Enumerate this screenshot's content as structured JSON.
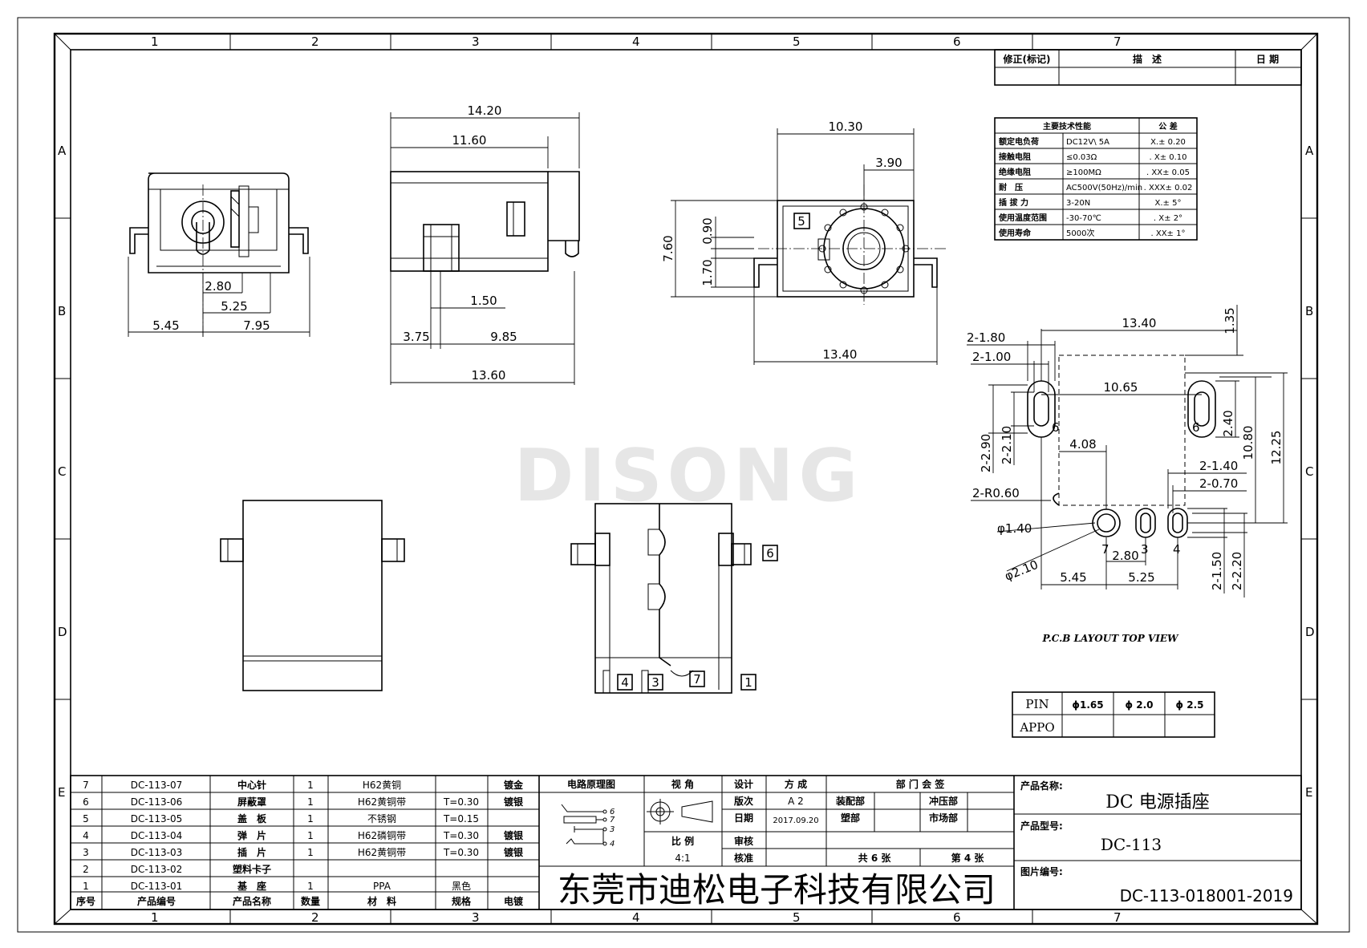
{
  "watermark": "DISONG",
  "zones": {
    "columns": [
      "1",
      "2",
      "3",
      "4",
      "5",
      "6",
      "7"
    ],
    "rows": [
      "A",
      "B",
      "C",
      "D",
      "E"
    ]
  },
  "revision_table": {
    "headers": [
      "修正(标记)",
      "描　述",
      "日 期"
    ]
  },
  "spec_table": {
    "header": [
      "主要技术性能",
      "公 差"
    ],
    "rows": [
      {
        "name": "额定电负荷",
        "value": "DC12V\\ 5A",
        "tol": "X.± 0.20"
      },
      {
        "name": "接触电阻",
        "value": "≤0.03Ω",
        "tol": ". X± 0.10"
      },
      {
        "name": "绝缘电阻",
        "value": "≥100MΩ",
        "tol": ". XX± 0.05"
      },
      {
        "name": "耐　压",
        "value": "AC500V(50Hz)/min",
        "tol": ". XXX± 0.02"
      },
      {
        "name": "插 拔 力",
        "value": "3-20N",
        "tol": "X.± 5°"
      },
      {
        "name": "使用温度范围",
        "value": "-30-70℃",
        "tol": ". X± 2°"
      },
      {
        "name": "使用寿命",
        "value": "5000次",
        "tol": ". XX± 1°"
      }
    ]
  },
  "dimensions": {
    "front": {
      "d1": "2.80",
      "d2": "5.25",
      "d3": "5.45",
      "d4": "7.95"
    },
    "side": {
      "d1": "14.20",
      "d2": "11.60",
      "d3": "1.50",
      "d4": "3.75",
      "d5": "9.85",
      "d6": "13.60"
    },
    "top": {
      "d1": "10.30",
      "d2": "3.90",
      "d3": "7.60",
      "d4": "0.90",
      "d5": "1.70",
      "d6": "13.40"
    },
    "pcb": {
      "d1": "13.40",
      "d2": "1.35",
      "d3": "2-1.80",
      "d4": "2-1.00",
      "d5": "10.65",
      "d6": "2.40",
      "d7": "10.80",
      "d8": "12.25",
      "d9": "2-2.90",
      "d10": "2-2.10",
      "d11": "4.08",
      "d12": "2-1.40",
      "d13": "2-0.70",
      "d14": "2-R0.60",
      "d15": "φ1.40",
      "d16": "φ2.10",
      "d17": "2.80",
      "d18": "5.45",
      "d19": "5.25",
      "d20": "2-1.50",
      "d21": "2-2.20"
    }
  },
  "callouts": {
    "top_view": "5",
    "bottom_view": {
      "shield": "6",
      "p4": "4",
      "p3": "3",
      "p7": "7",
      "p1": "1"
    },
    "pcb": {
      "left_slot": "6",
      "right_slot": "6",
      "h1": "7",
      "h2": "3",
      "h3": "4"
    }
  },
  "pcb_caption": "P.C.B LAYOUT TOP VIEW",
  "pin_table": {
    "headers": [
      "PIN",
      "ϕ1.65",
      "ϕ 2.0",
      "ϕ 2.5"
    ],
    "row_label": "APPO"
  },
  "bom": {
    "rows": [
      {
        "no": "7",
        "code": "DC-113-07",
        "name": "中心针",
        "qty": "1",
        "material": "H62黄铜",
        "spec": "",
        "plating": "镀金"
      },
      {
        "no": "6",
        "code": "DC-113-06",
        "name": "屏蔽罩",
        "qty": "1",
        "material": "H62黄铜带",
        "spec": "T=0.30",
        "plating": "镀银"
      },
      {
        "no": "5",
        "code": "DC-113-05",
        "name": "盖　板",
        "qty": "1",
        "material": "不锈钢",
        "spec": "T=0.15",
        "plating": ""
      },
      {
        "no": "4",
        "code": "DC-113-04",
        "name": "弹　片",
        "qty": "1",
        "material": "H62磷铜带",
        "spec": "T=0.30",
        "plating": "镀银"
      },
      {
        "no": "3",
        "code": "DC-113-03",
        "name": "插　片",
        "qty": "1",
        "material": "H62黄铜带",
        "spec": "T=0.30",
        "plating": "镀银"
      },
      {
        "no": "2",
        "code": "DC-113-02",
        "name": "塑料卡子",
        "qty": "",
        "material": "",
        "spec": "",
        "plating": ""
      },
      {
        "no": "1",
        "code": "DC-113-01",
        "name": "基　座",
        "qty": "1",
        "material": "PPA",
        "spec": "黑色",
        "plating": ""
      }
    ],
    "header": {
      "no": "序号",
      "code": "产品编号",
      "name": "产品名称",
      "qty": "数量",
      "material": "材　料",
      "spec": "规格",
      "plating": "电镀"
    }
  },
  "title_block": {
    "circuit_label": "电路原理图",
    "view_angle": "视 角",
    "scale_label": "比 例",
    "scale_value": "4:1",
    "design": "设计",
    "designer": "方 成",
    "version": "版次",
    "version_value": "A 2",
    "date_label": "日期",
    "date_value": "2017.09.20",
    "review": "审核",
    "approve": "核准",
    "dept_sign": "部 门 会 签",
    "assembly": "装配部",
    "stamping": "冲压部",
    "molding": "塑部",
    "marketing": "市场部",
    "sheets_total": "共 6 张",
    "sheet_no": "第 4 张",
    "circuit_pins": [
      "6",
      "7",
      "3",
      "4"
    ],
    "company": "东莞市迪松电子科技有限公司",
    "product_name_label": "产品名称:",
    "product_name": "DC 电源插座",
    "product_model_label": "产品型号:",
    "product_model": "DC-113",
    "drawing_no_label": "图片编号:",
    "drawing_no": "DC-113-018001-2019"
  }
}
